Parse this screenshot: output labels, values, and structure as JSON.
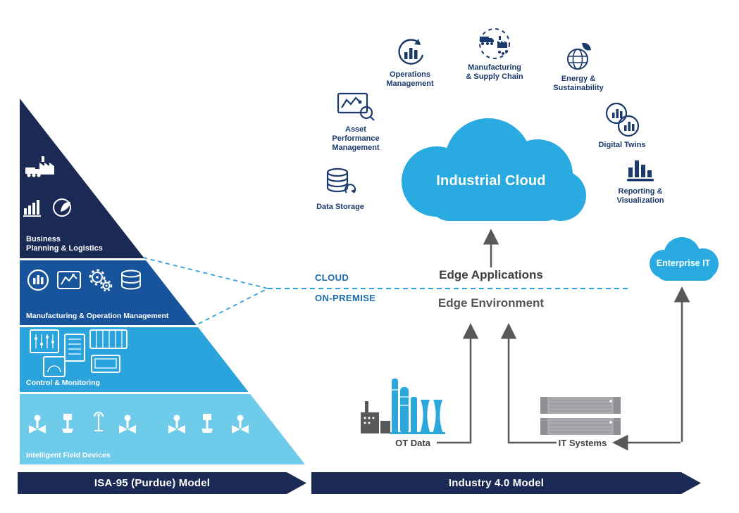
{
  "palette": {
    "navy": "#1B2A55",
    "blue-deep": "#17549B",
    "blue-mid": "#2BA3DC",
    "blue-light": "#6FCBEA",
    "cloud-blue": "#29ABE2",
    "icon-navy": "#1A3A6B",
    "zone-blue": "#1B6CB0",
    "gray-arrow": "#58595B",
    "text-dark": "#404041"
  },
  "pyramid": {
    "layers": [
      {
        "label": "Business\nPlanning & Logistics",
        "icons": [
          "truck-factory-icon",
          "bar-chart-icon",
          "eco-globe-icon"
        ]
      },
      {
        "label": "Manufacturing & Operation Management",
        "icons": [
          "donut-chart-icon",
          "line-chart-monitor-icon",
          "gears-icon",
          "database-icon"
        ]
      },
      {
        "label": "Control & Monitoring",
        "icons": [
          "control-panel-icon",
          "io-rack-icon",
          "plc-icon",
          "gauge-icon",
          "hmi-monitor-icon"
        ]
      },
      {
        "label": "Intelligent Field Devices",
        "icons": [
          "valve-icon",
          "transmitter-icon",
          "antenna-device-icon",
          "valve-icon",
          "valve-icon",
          "transmitter-icon",
          "valve-icon"
        ]
      }
    ]
  },
  "cloud": {
    "label": "Industrial Cloud"
  },
  "cloud_apps": [
    {
      "label": "Operations\nManagement",
      "icon": "circular-bar-chart-icon"
    },
    {
      "label": "Manufacturing\n& Supply Chain",
      "icon": "truck-factory-cycle-icon"
    },
    {
      "label": "Energy &\nSustainability",
      "icon": "globe-leaf-icon"
    },
    {
      "label": "Asset\nPerformance\nManagement",
      "icon": "monitor-analytics-icon"
    },
    {
      "label": "Digital Twins",
      "icon": "twin-charts-icon"
    },
    {
      "label": "Data Storage",
      "icon": "database-cylinder-icon"
    },
    {
      "label": "Reporting &\nVisualization",
      "icon": "bar-graph-icon"
    }
  ],
  "divider": {
    "cloud_zone": "CLOUD",
    "onprem_zone": "ON-PREMISE",
    "edge_applications": "Edge Applications",
    "edge_environment": "Edge Environment"
  },
  "enterprise_cloud": {
    "label": "Enterprise IT"
  },
  "sources": {
    "ot": {
      "label": "OT Data",
      "icon": "process-plant-icon"
    },
    "it": {
      "label": "IT Systems",
      "icon": "server-rack-icon"
    }
  },
  "banners": [
    {
      "label": "ISA-95 (Purdue) Model"
    },
    {
      "label": "Industry 4.0 Model"
    }
  ]
}
